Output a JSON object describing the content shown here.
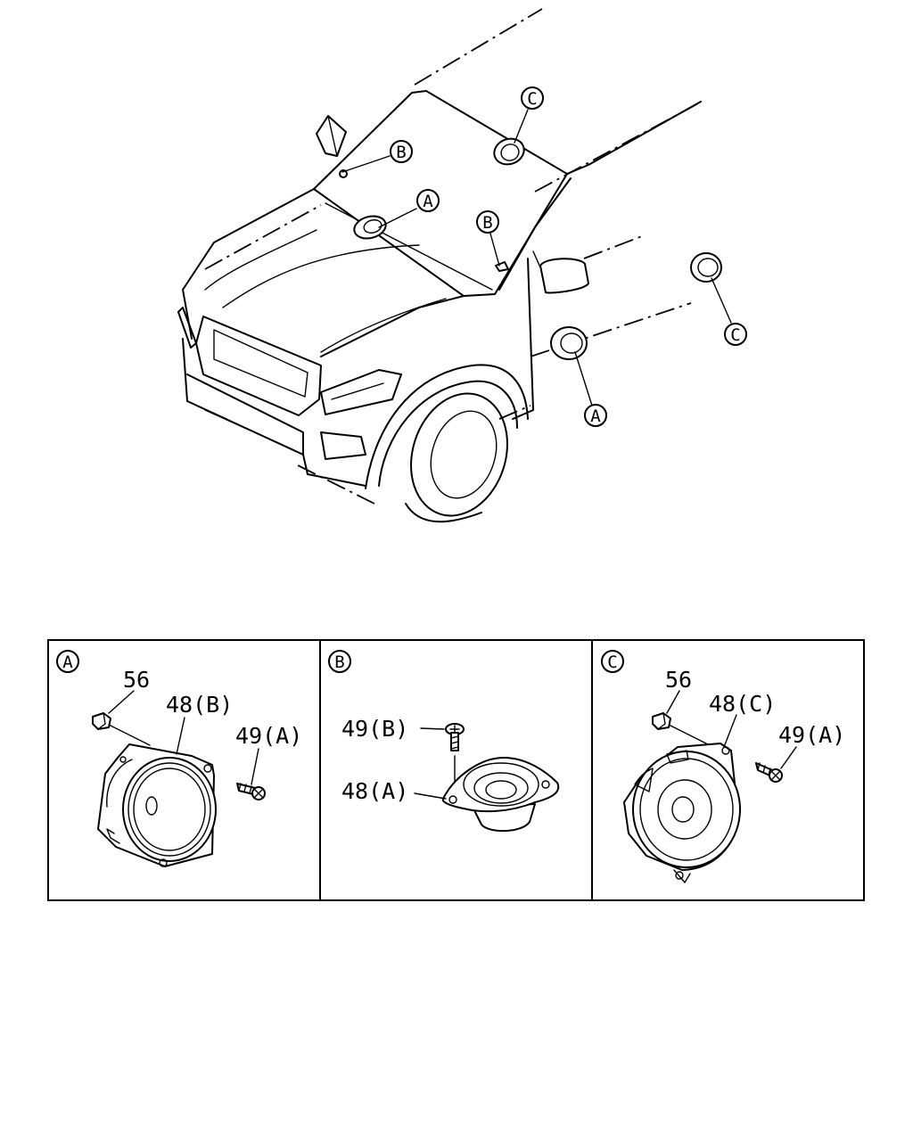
{
  "callouts": {
    "a": "A",
    "b": "B",
    "c": "C"
  },
  "panels": [
    {
      "key": "A",
      "parts": [
        "56",
        "48(B)",
        "49(A)"
      ]
    },
    {
      "key": "B",
      "parts": [
        "49(B)",
        "48(A)"
      ]
    },
    {
      "key": "C",
      "parts": [
        "56",
        "48(C)",
        "49(A)"
      ]
    }
  ]
}
